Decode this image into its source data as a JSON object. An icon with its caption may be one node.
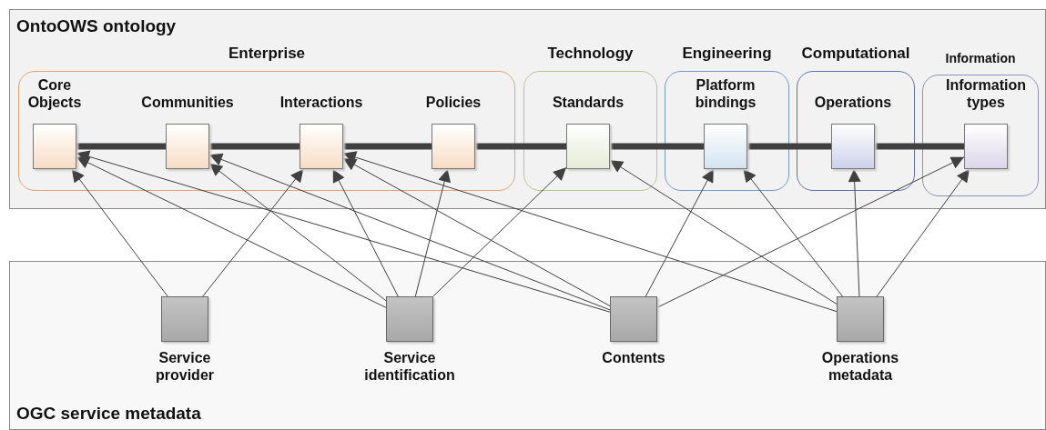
{
  "diagram": {
    "nodes": [
      {
        "text": [
          "OntoOWS ontology"
        ]
      },
      {
        "text": [
          "Enterprise"
        ],
        "in": 0
      },
      {
        "text": [
          "Core Objects"
        ],
        "in": 1
      },
      {
        "text": [
          "Communities"
        ],
        "in": 1
      },
      {
        "text": [
          "Interactions"
        ],
        "in": 1
      },
      {
        "text": [
          "Policies"
        ],
        "in": 1
      },
      {
        "text": [
          "Technology"
        ],
        "in": 0
      },
      {
        "text": [
          "Standards"
        ],
        "in": 6
      },
      {
        "text": [
          "Engineering"
        ],
        "in": 0
      },
      {
        "text": [
          "Platform bindings"
        ],
        "in": 8
      },
      {
        "text": [
          "Computational"
        ],
        "in": 0
      },
      {
        "text": [
          "Operations"
        ],
        "in": 10
      },
      {
        "text": [
          "Information"
        ],
        "in": 0
      },
      {
        "text": [
          "Information types"
        ],
        "in": 12
      },
      {
        "text": [
          "OGC service metadata"
        ]
      },
      {
        "text": [
          "Service provider"
        ],
        "in": 14
      },
      {
        "text": [
          "Service identification"
        ],
        "in": 14
      },
      {
        "text": [
          "Contents"
        ],
        "in": 14
      },
      {
        "text": [
          "Operations metadata"
        ],
        "in": 14
      }
    ],
    "edges": [
      {
        "from": 2,
        "to": 3,
        "arrow": "none",
        "style": "thick"
      },
      {
        "from": 3,
        "to": 4,
        "arrow": "none",
        "style": "thick"
      },
      {
        "from": 4,
        "to": 5,
        "arrow": "none",
        "style": "thick"
      },
      {
        "from": 5,
        "to": 7,
        "arrow": "none",
        "style": "thick"
      },
      {
        "from": 7,
        "to": 9,
        "arrow": "none",
        "style": "thick"
      },
      {
        "from": 9,
        "to": 11,
        "arrow": "none",
        "style": "thick"
      },
      {
        "from": 11,
        "to": 13,
        "arrow": "none",
        "style": "thick"
      },
      {
        "from": 15,
        "to": 2,
        "arrow": "to"
      },
      {
        "from": 15,
        "to": 4,
        "arrow": "to"
      },
      {
        "from": 16,
        "to": 2,
        "arrow": "to"
      },
      {
        "from": 16,
        "to": 3,
        "arrow": "to"
      },
      {
        "from": 16,
        "to": 4,
        "arrow": "to"
      },
      {
        "from": 16,
        "to": 5,
        "arrow": "to"
      },
      {
        "from": 16,
        "to": 7,
        "arrow": "to"
      },
      {
        "from": 17,
        "to": 2,
        "arrow": "to"
      },
      {
        "from": 17,
        "to": 3,
        "arrow": "to"
      },
      {
        "from": 17,
        "to": 4,
        "arrow": "to"
      },
      {
        "from": 17,
        "to": 9,
        "arrow": "to"
      },
      {
        "from": 17,
        "to": 13,
        "arrow": "to"
      },
      {
        "from": 18,
        "to": 4,
        "arrow": "to"
      },
      {
        "from": 18,
        "to": 7,
        "arrow": "to"
      },
      {
        "from": 18,
        "to": 9,
        "arrow": "to"
      },
      {
        "from": 18,
        "to": 11,
        "arrow": "to"
      },
      {
        "from": 18,
        "to": 13,
        "arrow": "to"
      }
    ]
  }
}
